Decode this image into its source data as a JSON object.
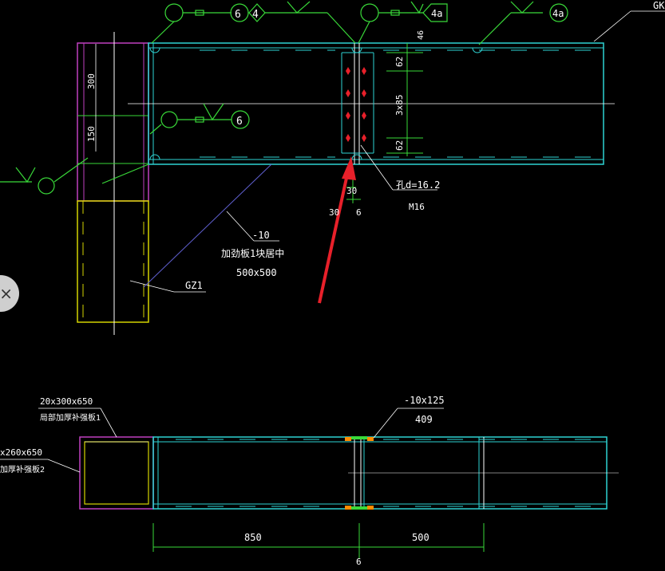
{
  "labels": {
    "gk": "GK",
    "marker_6a": "6",
    "marker_4a": "4",
    "marker_40a": "4a",
    "marker_40b": "4a",
    "marker_6b": "6",
    "dim_300": "300",
    "dim_150": "150",
    "dim_46": "46",
    "dim_62a": "62",
    "dim_3x85": "3x85",
    "dim_62b": "62",
    "hole_d": "孔d=16.2",
    "bolt": "M16",
    "dim_30a": "30",
    "dim_30b": "30",
    "dim_6a": "6",
    "plate_thk": "-10",
    "stiffener_note": "加劲板1块居中",
    "stiffener_size": "500x500",
    "gz1": "GZ1",
    "plate1_size": "20x300x650",
    "plate1_note": "局部加厚补强板1",
    "plate2_size": "x260x650",
    "plate2_note": "加厚补强板2",
    "plate_10x125": "-10x125",
    "dim_409": "409",
    "dim_850": "850",
    "dim_500": "500",
    "dim_6b": "6"
  },
  "colors": {
    "cyan": "#2ed3d3",
    "green": "#39d939",
    "white": "#ffffff",
    "magenta": "#c040c0",
    "yellow": "#d4d400",
    "red": "#e8202a",
    "orange": "#ff8c00"
  },
  "close_icon": "×"
}
